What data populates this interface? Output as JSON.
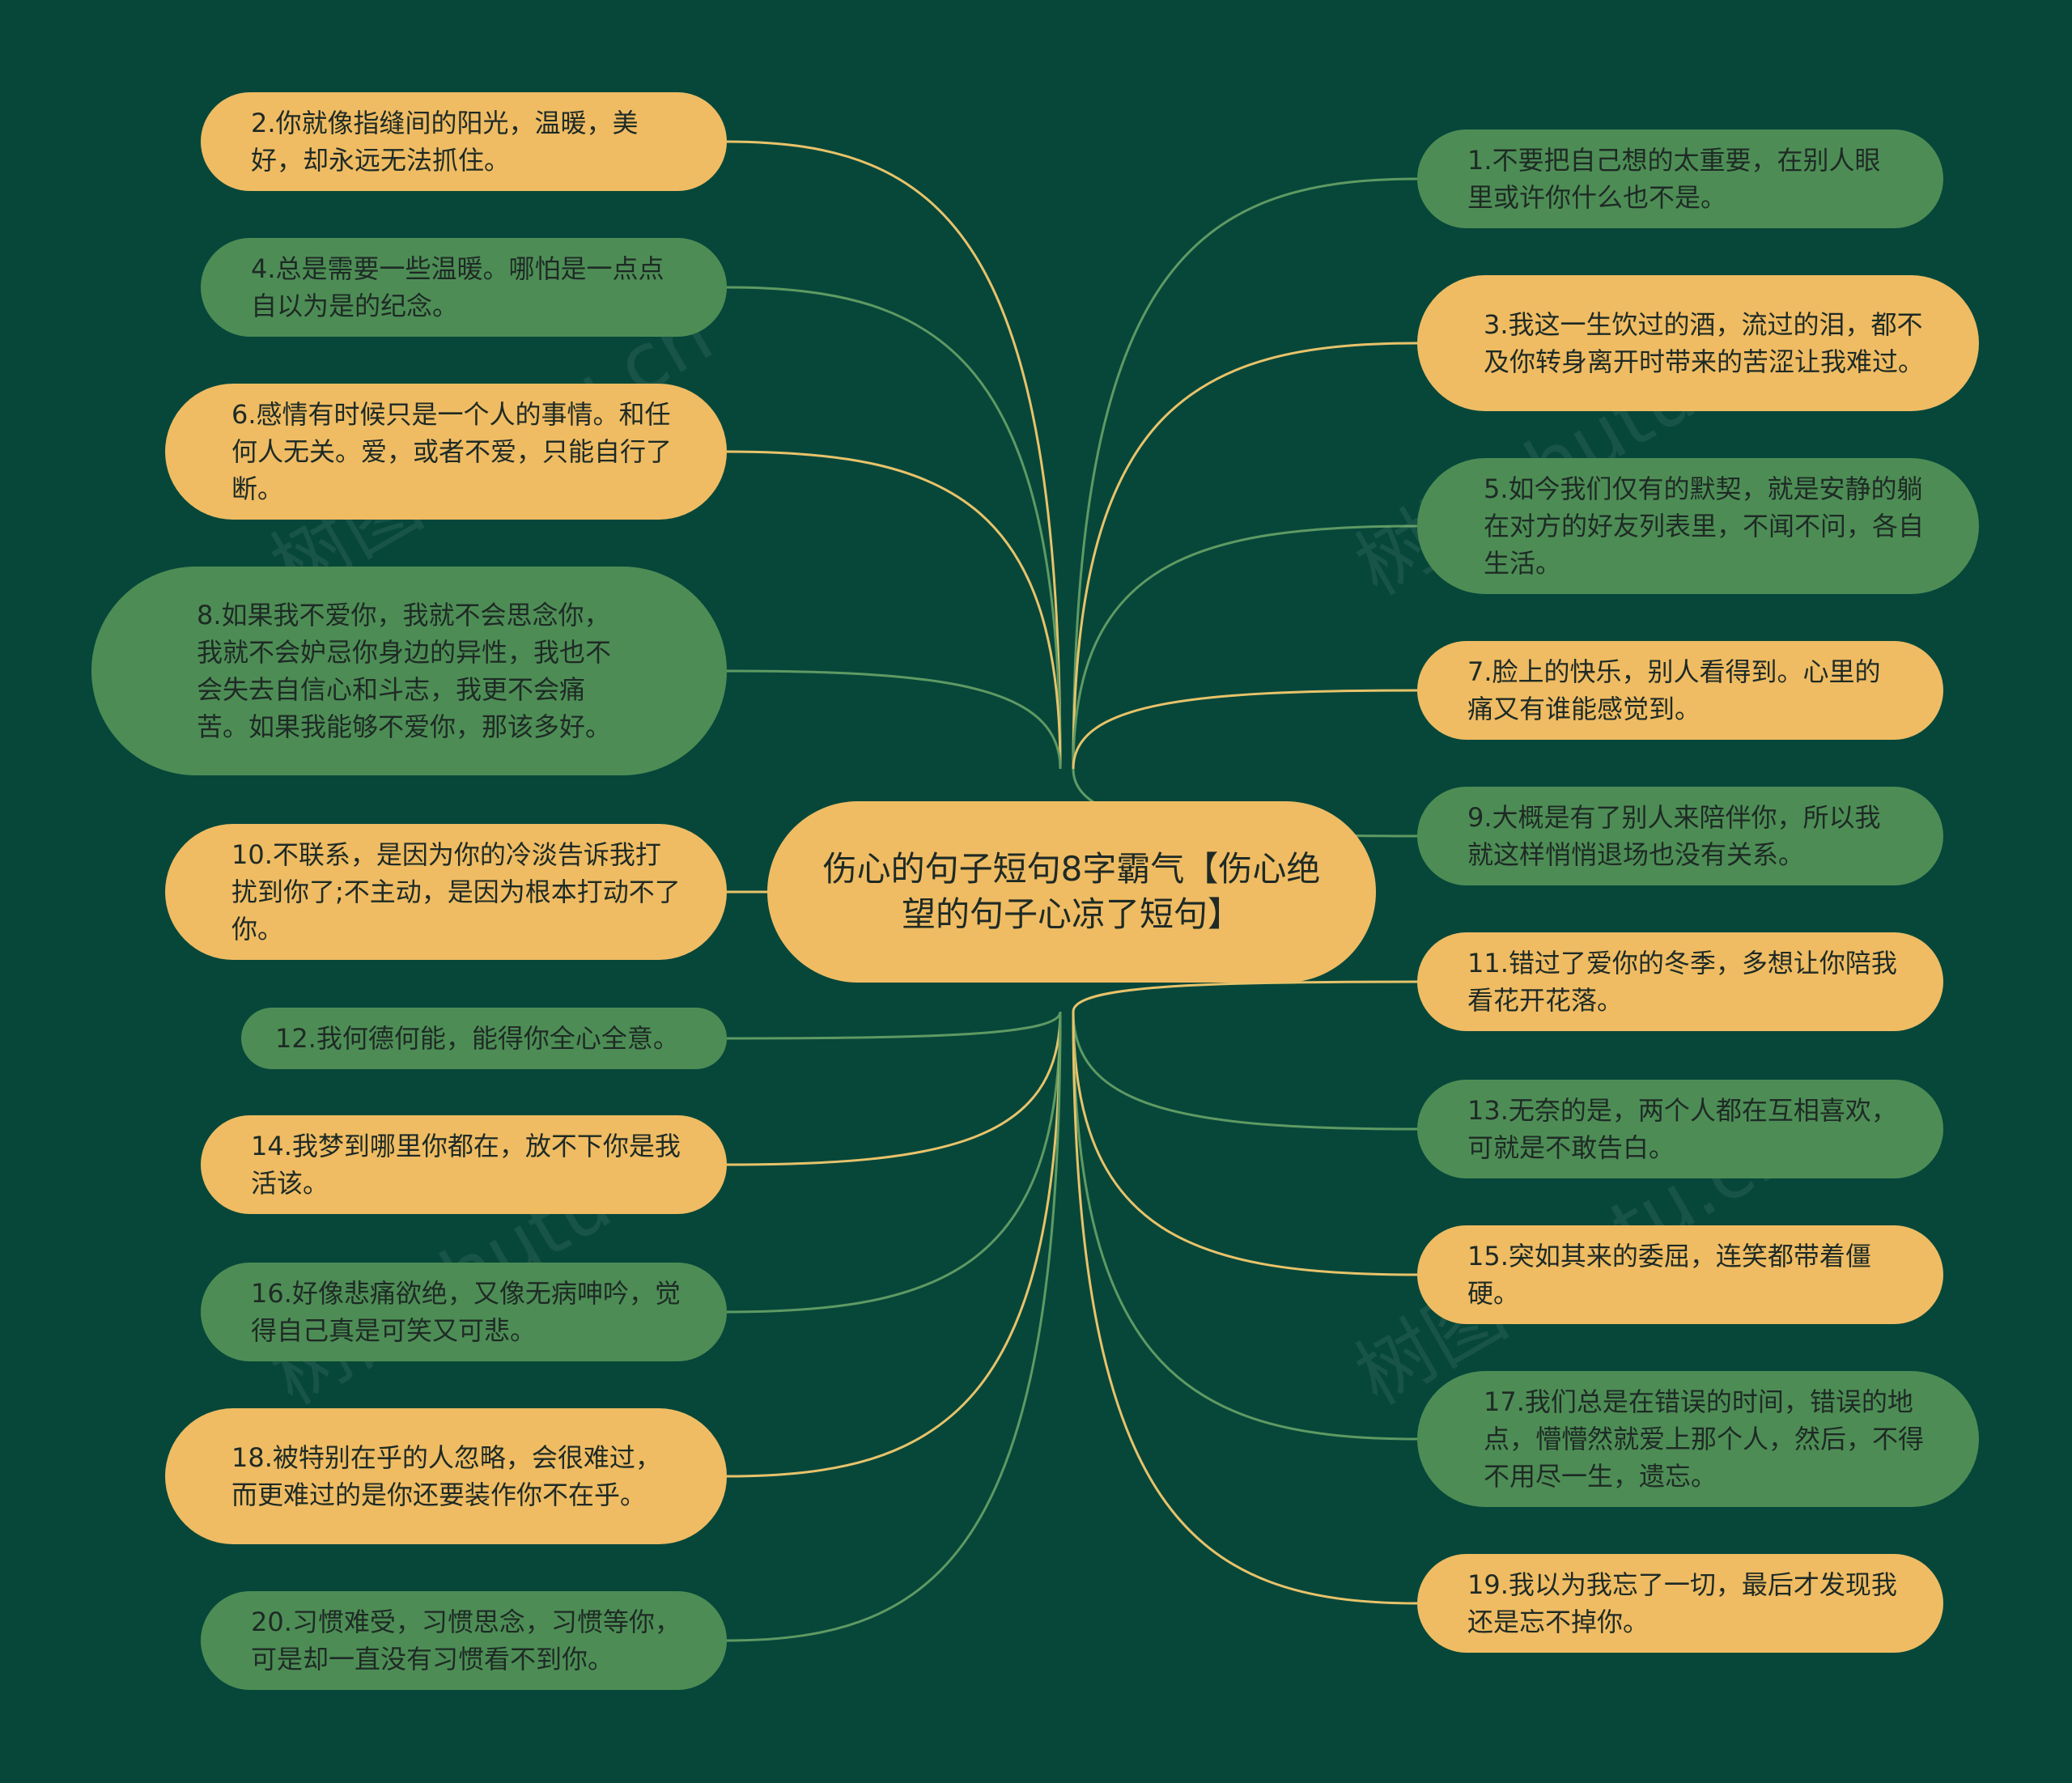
{
  "title": "伤心的句子短句8字霸气【伤心绝望的句子心凉了短句】",
  "colors": {
    "background": "#07473A",
    "yellow_node": "#EFBC63",
    "green_node": "#4D8D55",
    "yellow_link": "#E8C36A",
    "green_link": "#5E9A63"
  },
  "watermark": "树图shutu.cn",
  "left_nodes": [
    {
      "text": "2.你就像指缝间的阳光，温暖，美好，却永远无法抓住。",
      "color": "yellow"
    },
    {
      "text": "4.总是需要一些温暖。哪怕是一点点自以为是的纪念。",
      "color": "green"
    },
    {
      "text": "6.感情有时候只是一个人的事情。和任何人无关。爱，或者不爱，只能自行了断。",
      "color": "yellow"
    },
    {
      "text": "8.如果我不爱你，我就不会思念你，我就不会妒忌你身边的异性，我也不会失去自信心和斗志，我更不会痛苦。如果我能够不爱你，那该多好。",
      "color": "green"
    },
    {
      "text": "10.不联系，是因为你的冷淡告诉我打扰到你了;不主动，是因为根本打动不了你。",
      "color": "yellow"
    },
    {
      "text": "12.我何德何能，能得你全心全意。",
      "color": "green"
    },
    {
      "text": "14.我梦到哪里你都在，放不下你是我活该。",
      "color": "yellow"
    },
    {
      "text": "16.好像悲痛欲绝，又像无病呻吟，觉得自己真是可笑又可悲。",
      "color": "green"
    },
    {
      "text": "18.被特别在乎的人忽略，会很难过，而更难过的是你还要装作你不在乎。",
      "color": "yellow"
    },
    {
      "text": "20.习惯难受，习惯思念，习惯等你，可是却一直没有习惯看不到你。",
      "color": "green"
    }
  ],
  "right_nodes": [
    {
      "text": "1.不要把自己想的太重要，在别人眼里或许你什么也不是。",
      "color": "green"
    },
    {
      "text": "3.我这一生饮过的酒，流过的泪，都不及你转身离开时带来的苦涩让我难过。",
      "color": "yellow"
    },
    {
      "text": "5.如今我们仅有的默契，就是安静的躺在对方的好友列表里，不闻不问，各自生活。",
      "color": "green"
    },
    {
      "text": "7.脸上的快乐，别人看得到。心里的痛又有谁能感觉到。",
      "color": "yellow"
    },
    {
      "text": "9.大概是有了别人来陪伴你，所以我就这样悄悄退场也没有关系。",
      "color": "green"
    },
    {
      "text": "11.错过了爱你的冬季，多想让你陪我看花开花落。",
      "color": "yellow"
    },
    {
      "text": "13.无奈的是，两个人都在互相喜欢，可就是不敢告白。",
      "color": "green"
    },
    {
      "text": "15.突如其来的委屈，连笑都带着僵硬。",
      "color": "yellow"
    },
    {
      "text": "17.我们总是在错误的时间，错误的地点，懵懵然就爱上那个人，然后，不得不用尽一生，遗忘。",
      "color": "green"
    },
    {
      "text": "19.我以为我忘了一切，最后才发现我还是忘不掉你。",
      "color": "yellow"
    }
  ]
}
